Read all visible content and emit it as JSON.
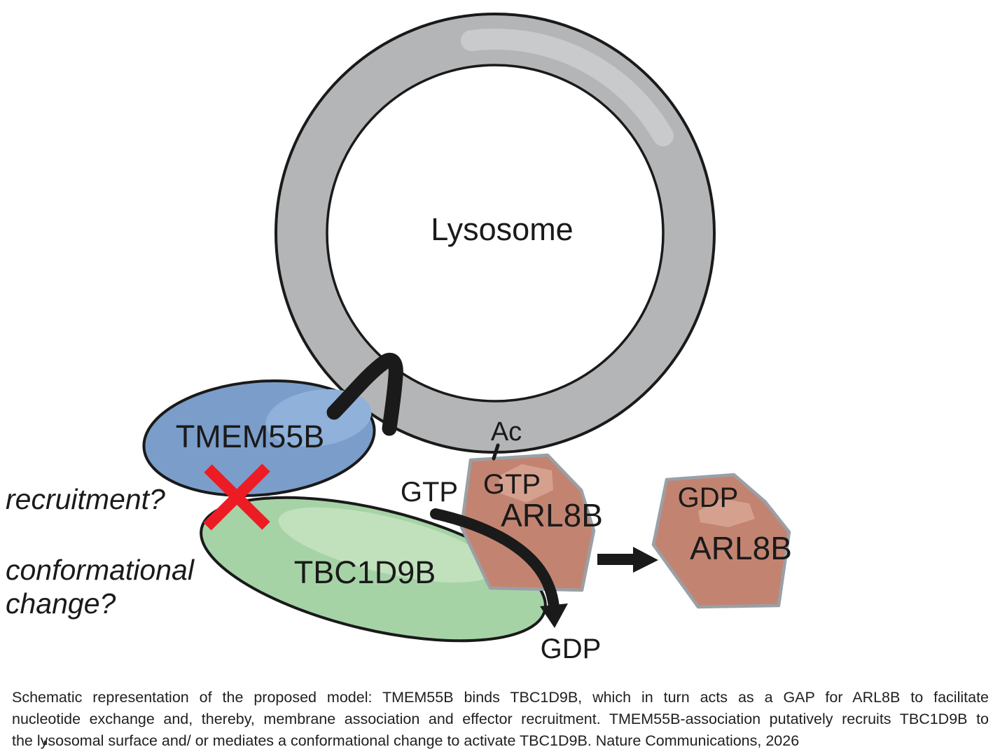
{
  "diagram": {
    "lysosome_label": "Lysosome",
    "ac_label": "Ac",
    "tmem55b_label": "TMEM55B",
    "tbc1d9b_label": "TBC1D9B",
    "free_gtp_label": "GTP",
    "free_gdp_label": "GDP",
    "hex_gtp": {
      "nucleotide": "GTP",
      "protein": "ARL8B"
    },
    "hex_gdp": {
      "nucleotide": "GDP",
      "protein": "ARL8B"
    },
    "annotations": {
      "recruitment": "recruitment?",
      "conformational_line1": "conformational",
      "conformational_line2": "change?"
    }
  },
  "colors": {
    "membrane_gray": "#b3b5b7",
    "membrane_highlight": "#c8cacc",
    "tmem55b_blue": "#7b9dca",
    "tmem55b_highlight": "#8fb1da",
    "tbc1d9b_green": "#a6d3a6",
    "tbc1d9b_highlight": "#c1e1bd",
    "arl8b_salmon": "#c28471",
    "arl8b_highlight": "#d5a18e",
    "hexagon_border": "#9aa0a6",
    "accent_red": "#ed1c24",
    "outline_black": "#1a1a1a"
  },
  "caption": {
    "lines": [
      "Schematic representation of the proposed model: TMEM55B binds TBC1D9B, which in turn acts as a GAP for ARL8B to facilitate",
      "nucleotide exchange and, thereby, membrane association and effector recruitment. TMEM55B-association putatively recruits TBC1D9B to",
      "the lysosomal surface and/ or mediates a conformational change to activate TBC1D9B. Nature Communications, 2026"
    ]
  }
}
